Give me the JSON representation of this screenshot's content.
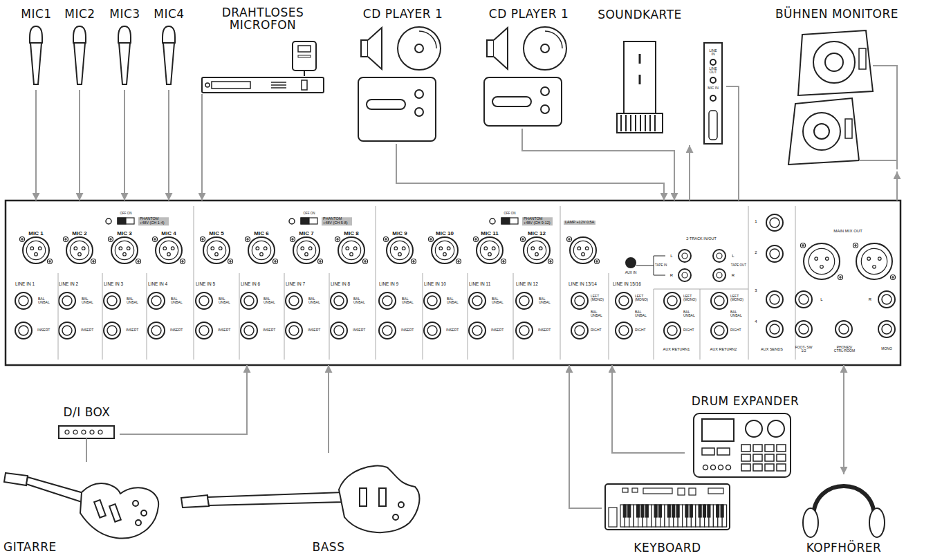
{
  "diagram": {
    "nodes": [
      {
        "text": [
          "MIC1"
        ]
      },
      {
        "text": [
          "MIC2"
        ]
      },
      {
        "text": [
          "MIC3"
        ]
      },
      {
        "text": [
          "MIC4"
        ]
      },
      {
        "text": [
          "DRAHTLOSES MICROFON"
        ]
      },
      {
        "text": [
          "CD PLAYER 1"
        ]
      },
      {
        "text": [
          "CD PLAYER 1"
        ]
      },
      {
        "text": [
          "SOUNDKARTE",
          "LINE IN",
          "LINE OUT",
          "MIC IN"
        ]
      },
      {
        "text": [
          "BÜHNEN MONITORE"
        ]
      },
      {
        "text": [
          "MIC 1",
          "LINE IN 1",
          "BAL UNBAL",
          "INSERT",
          "MIC 2",
          "LINE IN 2",
          "BAL UNBAL",
          "INSERT",
          "MIC 3",
          "LINE IN 3",
          "BAL UNBAL",
          "INSERT",
          "MIC 4",
          "LINE IN 4",
          "BAL UNBAL",
          "INSERT",
          "MIC 5",
          "LINE IN 5",
          "BAL UNBAL",
          "INSERT",
          "MIC 6",
          "LINE IN 6",
          "BAL UNBAL",
          "INSERT",
          "MIC 7",
          "LINE IN 7",
          "BAL UNBAL",
          "INSERT",
          "MIC 8",
          "LINE IN 8",
          "BAL UNBAL",
          "INSERT",
          "MIC 9",
          "LINE IN 9",
          "BAL UNBAL",
          "INSERT",
          "MIC 10",
          "LINE IN 10",
          "BAL UNBAL",
          "INSERT",
          "MIC 11",
          "LINE IN 11",
          "BAL UNBAL",
          "INSERT",
          "MIC 12",
          "LINE IN 12",
          "BAL UNBAL",
          "INSERT",
          "OFF ON",
          "PHANTOM +48V (CH 1-4)",
          "OFF ON",
          "PHANTOM +48V (CH 5-8)",
          "OFF ON",
          "PHANTOM +48V (CH 9-12)",
          "LAMP +12V 0,5A",
          "LINE IN 13/14",
          "LEFT (MONO)",
          "BAL UNBAL",
          "RIGHT",
          "LINE IN 15/16",
          "LEFT (MONO)",
          "BAL UNBAL",
          "RIGHT",
          "AUX IN",
          "2-TRACK IN/OUT",
          "L",
          "TAPE IN",
          "R",
          "L",
          "TAPE OUT",
          "R",
          "LEFT (MONO)",
          "BAL UNBAL",
          "RIGHT",
          "AUX RETURN1",
          "LEFT (MONO)",
          "BAL UNBAL",
          "RIGHT",
          "AUX RETURN2",
          "1",
          "2",
          "3",
          "4",
          "AUX SENDS",
          "MAIN MIX OUT",
          "L",
          "R",
          "FOOT- SW 1/2",
          "PHONES/ CTRL-ROOM",
          "MONO"
        ]
      },
      {
        "text": [
          "D/I BOX"
        ]
      },
      {
        "text": [
          "DRUM EXPANDER"
        ]
      },
      {
        "text": [
          "GITARRE"
        ]
      },
      {
        "text": [
          "BASS"
        ]
      },
      {
        "text": [
          "KEYBOARD"
        ]
      },
      {
        "text": [
          "KOPFHÖRER"
        ]
      }
    ],
    "edges": [
      {
        "from": 0,
        "to": 9,
        "arrow": "to"
      },
      {
        "from": 1,
        "to": 9,
        "arrow": "to"
      },
      {
        "from": 2,
        "to": 9,
        "arrow": "to"
      },
      {
        "from": 3,
        "to": 9,
        "arrow": "to"
      },
      {
        "from": 4,
        "to": 9,
        "arrow": "to"
      },
      {
        "from": 5,
        "to": 9,
        "arrow": "to"
      },
      {
        "from": 6,
        "to": 9,
        "arrow": "to"
      },
      {
        "from": 9,
        "to": 7,
        "arrow": "to"
      },
      {
        "from": 7,
        "to": 9,
        "arrow": "none"
      },
      {
        "from": 9,
        "to": 8,
        "arrow": "to"
      },
      {
        "from": 10,
        "to": 9,
        "arrow": "to"
      },
      {
        "from": 12,
        "to": 10,
        "arrow": "none"
      },
      {
        "from": 13,
        "to": 9,
        "arrow": "to"
      },
      {
        "from": 11,
        "to": 9,
        "arrow": "to"
      },
      {
        "from": 14,
        "to": 9,
        "arrow": "to"
      },
      {
        "from": 9,
        "to": 15,
        "arrow": "both"
      }
    ]
  }
}
